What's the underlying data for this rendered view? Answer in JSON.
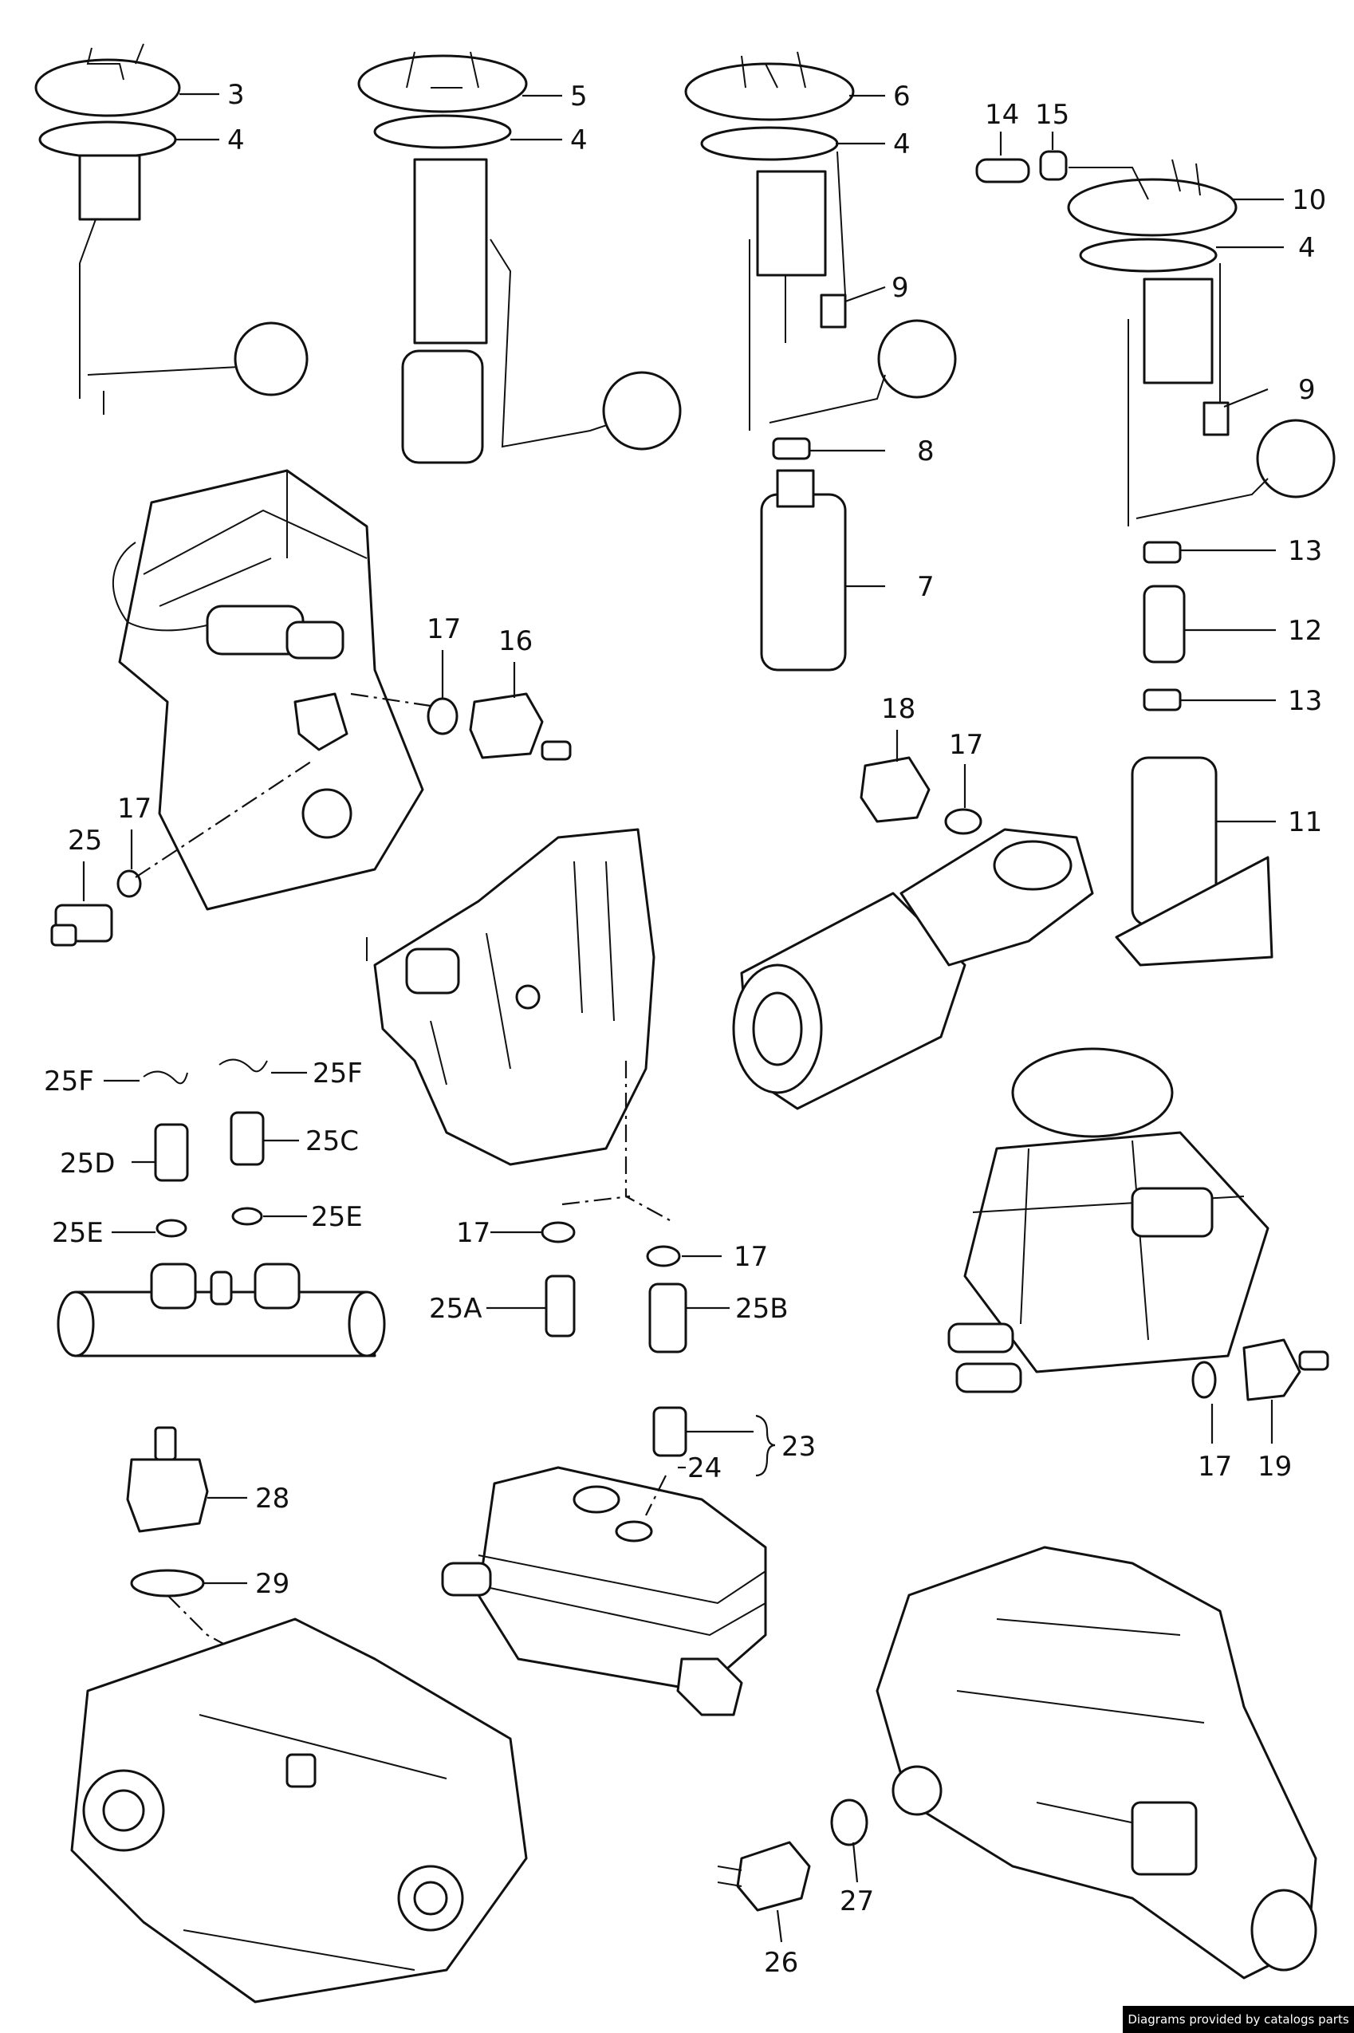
{
  "callouts": [
    {
      "id": "c3",
      "text": "3"
    },
    {
      "id": "c4a",
      "text": "4"
    },
    {
      "id": "c5",
      "text": "5"
    },
    {
      "id": "c4b",
      "text": "4"
    },
    {
      "id": "c6",
      "text": "6"
    },
    {
      "id": "c4c",
      "text": "4"
    },
    {
      "id": "c14",
      "text": "14"
    },
    {
      "id": "c15",
      "text": "15"
    },
    {
      "id": "c10",
      "text": "10"
    },
    {
      "id": "c4d",
      "text": "4"
    },
    {
      "id": "c9a",
      "text": "9"
    },
    {
      "id": "c9b",
      "text": "9"
    },
    {
      "id": "c8",
      "text": "8"
    },
    {
      "id": "c7",
      "text": "7"
    },
    {
      "id": "c13a",
      "text": "13"
    },
    {
      "id": "c12",
      "text": "12"
    },
    {
      "id": "c13b",
      "text": "13"
    },
    {
      "id": "c11",
      "text": "11"
    },
    {
      "id": "c17a",
      "text": "17"
    },
    {
      "id": "c16",
      "text": "16"
    },
    {
      "id": "c18",
      "text": "18"
    },
    {
      "id": "c17b",
      "text": "17"
    },
    {
      "id": "c25",
      "text": "25"
    },
    {
      "id": "c17c",
      "text": "17"
    },
    {
      "id": "c25F1",
      "text": "25F"
    },
    {
      "id": "c25F2",
      "text": "25F"
    },
    {
      "id": "c25D",
      "text": "25D"
    },
    {
      "id": "c25C",
      "text": "25C"
    },
    {
      "id": "c25E1",
      "text": "25E"
    },
    {
      "id": "c25E2",
      "text": "25E"
    },
    {
      "id": "c17d",
      "text": "17"
    },
    {
      "id": "c17e",
      "text": "17"
    },
    {
      "id": "c25A",
      "text": "25A"
    },
    {
      "id": "c25B",
      "text": "25B"
    },
    {
      "id": "c17f",
      "text": "17"
    },
    {
      "id": "c19",
      "text": "19"
    },
    {
      "id": "c23",
      "text": "23"
    },
    {
      "id": "c24",
      "text": "24"
    },
    {
      "id": "c28",
      "text": "28"
    },
    {
      "id": "c29",
      "text": "29"
    },
    {
      "id": "c27",
      "text": "27"
    },
    {
      "id": "c26",
      "text": "26"
    }
  ],
  "footer": {
    "credit": "Diagrams provided by catalogs parts"
  }
}
